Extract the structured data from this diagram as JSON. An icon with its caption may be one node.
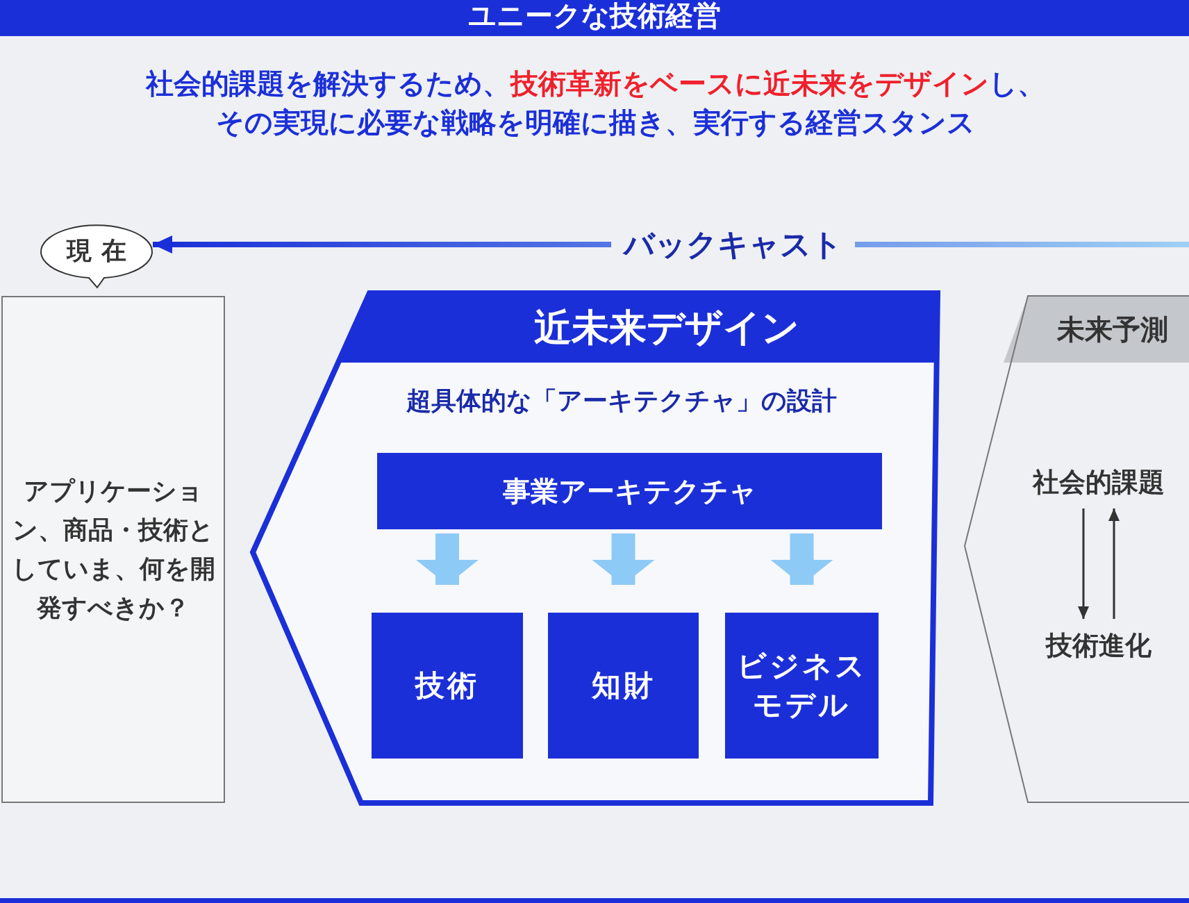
{
  "diagram": {
    "title": "ユニークな技術経営",
    "nodes": [
      {
        "text": [
          "現在"
        ]
      },
      {
        "text": [
          "アプリケーション、商品・技術としていま、何を開発すべきか？"
        ]
      },
      {
        "text": [
          "近未来デザイン",
          "超具体的な「アーキテクチャ」の設計"
        ]
      },
      {
        "text": [
          "事業アーキテクチャ"
        ],
        "in": 2
      },
      {
        "text": [
          "技術"
        ],
        "in": 2
      },
      {
        "text": [
          "知財"
        ],
        "in": 2
      },
      {
        "text": [
          "ビジネスモデル"
        ],
        "in": 2
      },
      {
        "text": [
          "未来予測"
        ]
      },
      {
        "text": [
          "社会的課題"
        ],
        "in": 7
      },
      {
        "text": [
          "技術進化"
        ],
        "in": 7
      }
    ],
    "edges": [
      {
        "from": null,
        "to": 0,
        "arrow": "to",
        "label": "バックキャスト"
      },
      {
        "from": 3,
        "to": 4,
        "arrow": "to",
        "color": "#8ecaf6"
      },
      {
        "from": 3,
        "to": 5,
        "arrow": "to",
        "color": "#8ecaf6"
      },
      {
        "from": 3,
        "to": 6,
        "arrow": "to",
        "color": "#8ecaf6"
      },
      {
        "from": 8,
        "to": 9,
        "arrow": "to",
        "color": "#333333"
      },
      {
        "from": 9,
        "to": 8,
        "arrow": "to",
        "color": "#333333"
      }
    ],
    "labels": [
      "社会的課題を解決するため、**技術革新をベースに近未来をデザイン**し、その実現に必要な戦略を明確に描き、実行する経営スタンス"
    ]
  }
}
